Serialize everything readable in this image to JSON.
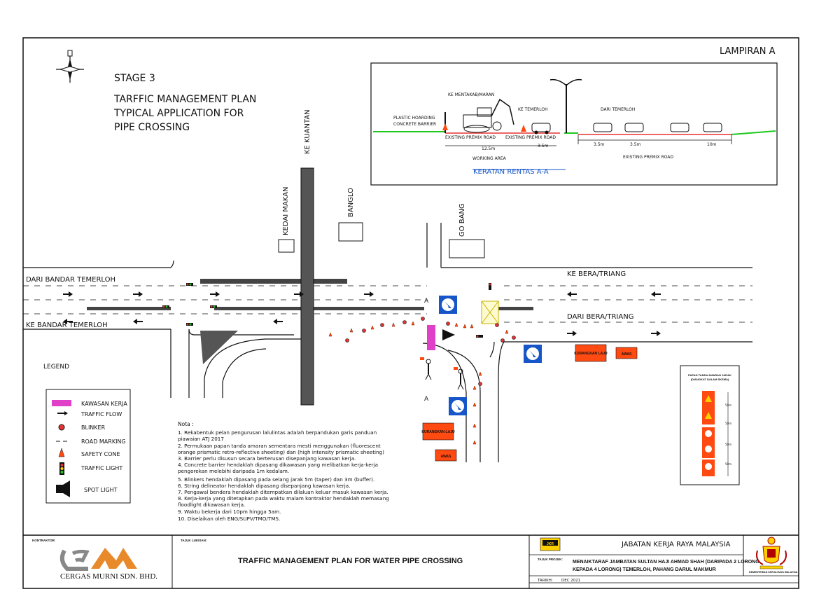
{
  "header": {
    "lampiran": "LAMPIRAN A",
    "stage": "STAGE 3",
    "plan_title": [
      "TARFFIC MANAGEMENT PLAN",
      "TYPICAL APPLICATION FOR",
      "PIPE CROSSING"
    ]
  },
  "section": {
    "title": "KERATAN RENTAS A-A",
    "labels": {
      "ke_mentakab": "KE MENTAKAB/MARAN",
      "plastic_hoarding": "PLASTIC HOARDING",
      "concrete_barrier": "CONCRETE BARRIER",
      "ke_temerloh": "KE TEMERLOH",
      "dari_temerloh": "DARI TEMERLOH",
      "existing_premix_1": "EXISTING PREMIX ROAD",
      "existing_premix_2": "EXISTING PREMIX ROAD",
      "existing_premix_3": "EXISTING PREMIX ROAD",
      "working_area": "WORKING AREA",
      "dim_12_5": "12.5m",
      "dim_3_5a": "3.5m",
      "dim_3_5b": "3.5m",
      "dim_3_5c": "3.5m",
      "dim_10": "10m"
    }
  },
  "map": {
    "ke_kuantan": "KE KUANTAN",
    "kedai_makan": "KEDAI MAKAN",
    "banglo": "BANGLO",
    "go_bang": "GO BANG",
    "dari_bandar": "DARI BANDAR TEMERLOH",
    "ke_bandar": "KE BANDAR TEMERLOH",
    "ke_bera": "KE BERA/TRIANG",
    "dari_bera": "DARI BERA/TRIANG",
    "section_a": "A",
    "sign_kurangkan": "KURANGKAN LAJU",
    "sign_awas": "AWAS"
  },
  "legend": {
    "title": "LEGEND",
    "items": [
      "KAWASAN KERJA",
      "TRAFFIC FLOW",
      "BLINKER",
      "ROAD MARKING",
      "SAFETY CONE",
      "TRAFFIC LIGHT",
      "SPOT LIGHT"
    ]
  },
  "notes": {
    "title": "Nota :",
    "items": [
      "1. Rekabentuk pelan pengurusan lalulintas adalah berpandukan garis panduan",
      "    piawaian ATJ 2017",
      "2. Permukaan papan tanda amaran sementara mesti menggunakan (fluorescent",
      "    orange prismatic retro-reflective sheeting) dan (high intensity prismatic sheeting)",
      "3. Barrier perlu disusun secara berterusan disepanjang kawasan kerja.",
      "4. Concrete barrier hendaklah dipasang dikawasan yang melibatkan kerja-kerja",
      "    pengorekan melebihi daripada 1m kedalam.",
      "5. Blinkers hendaklah dipasang pada selang jarak 5m (taper) dan 3m (buffer).",
      "6. String delineator hendaklah dipasang disepanjang kawasan kerja.",
      "7. Pengawal bendera hendaklah ditempatkan dilaluan keluar masuk kawasan kerja.",
      "8. Kerja-kerja yang ditetapkan pada waktu malam kontraktor hendaklah memasang",
      "    floodlight dikawasan kerja.",
      "9. Waktu bekerja dari 10pm hingga 5am.",
      "10. Diselaikan oleh ENG/SUPV/TMO/TMS."
    ]
  },
  "sign_panel": {
    "title": "PAPAN TANDA AMARAN JARAK",
    "subtitle": "(DIANGKAT DALAM SKEMA)",
    "distance": "50m"
  },
  "title_block": {
    "kontraktor_label": "KONTRAKTOR:",
    "company": "CERGAS MURNI SDN. BHD.",
    "tajuk_lukisan_label": "TAJUK LUKISAN:",
    "drawing_title": "TRAFFIC MANAGEMENT PLAN FOR WATER PIPE CROSSING",
    "jabatan": "JABATAN KERJA RAYA MALAYSIA",
    "jkr_logo": "JKR",
    "tajuk_projek_label": "TAJUK PROJEK:",
    "project_title_1": "MENAIKTARAF JAMBATAN SULTAN HAJI AHMAD SHAH (DARIPADA 2 LORONG",
    "project_title_2": "KEPADA 4 LORONG) TEMERLOH, PAHANG DARUL MAKMUR",
    "kementerian": "KEMENTERIAN KERJA RAYA MALAYSIA",
    "tarikh_label": "TARIKH:",
    "tarikh": "DEC 2021"
  },
  "colors": {
    "work_zone": "#e040c8",
    "sign_orange": "#ff4a12",
    "sign_blue": "#1656c8",
    "grass": "#1ec81e",
    "ground_red": "#e83232"
  }
}
